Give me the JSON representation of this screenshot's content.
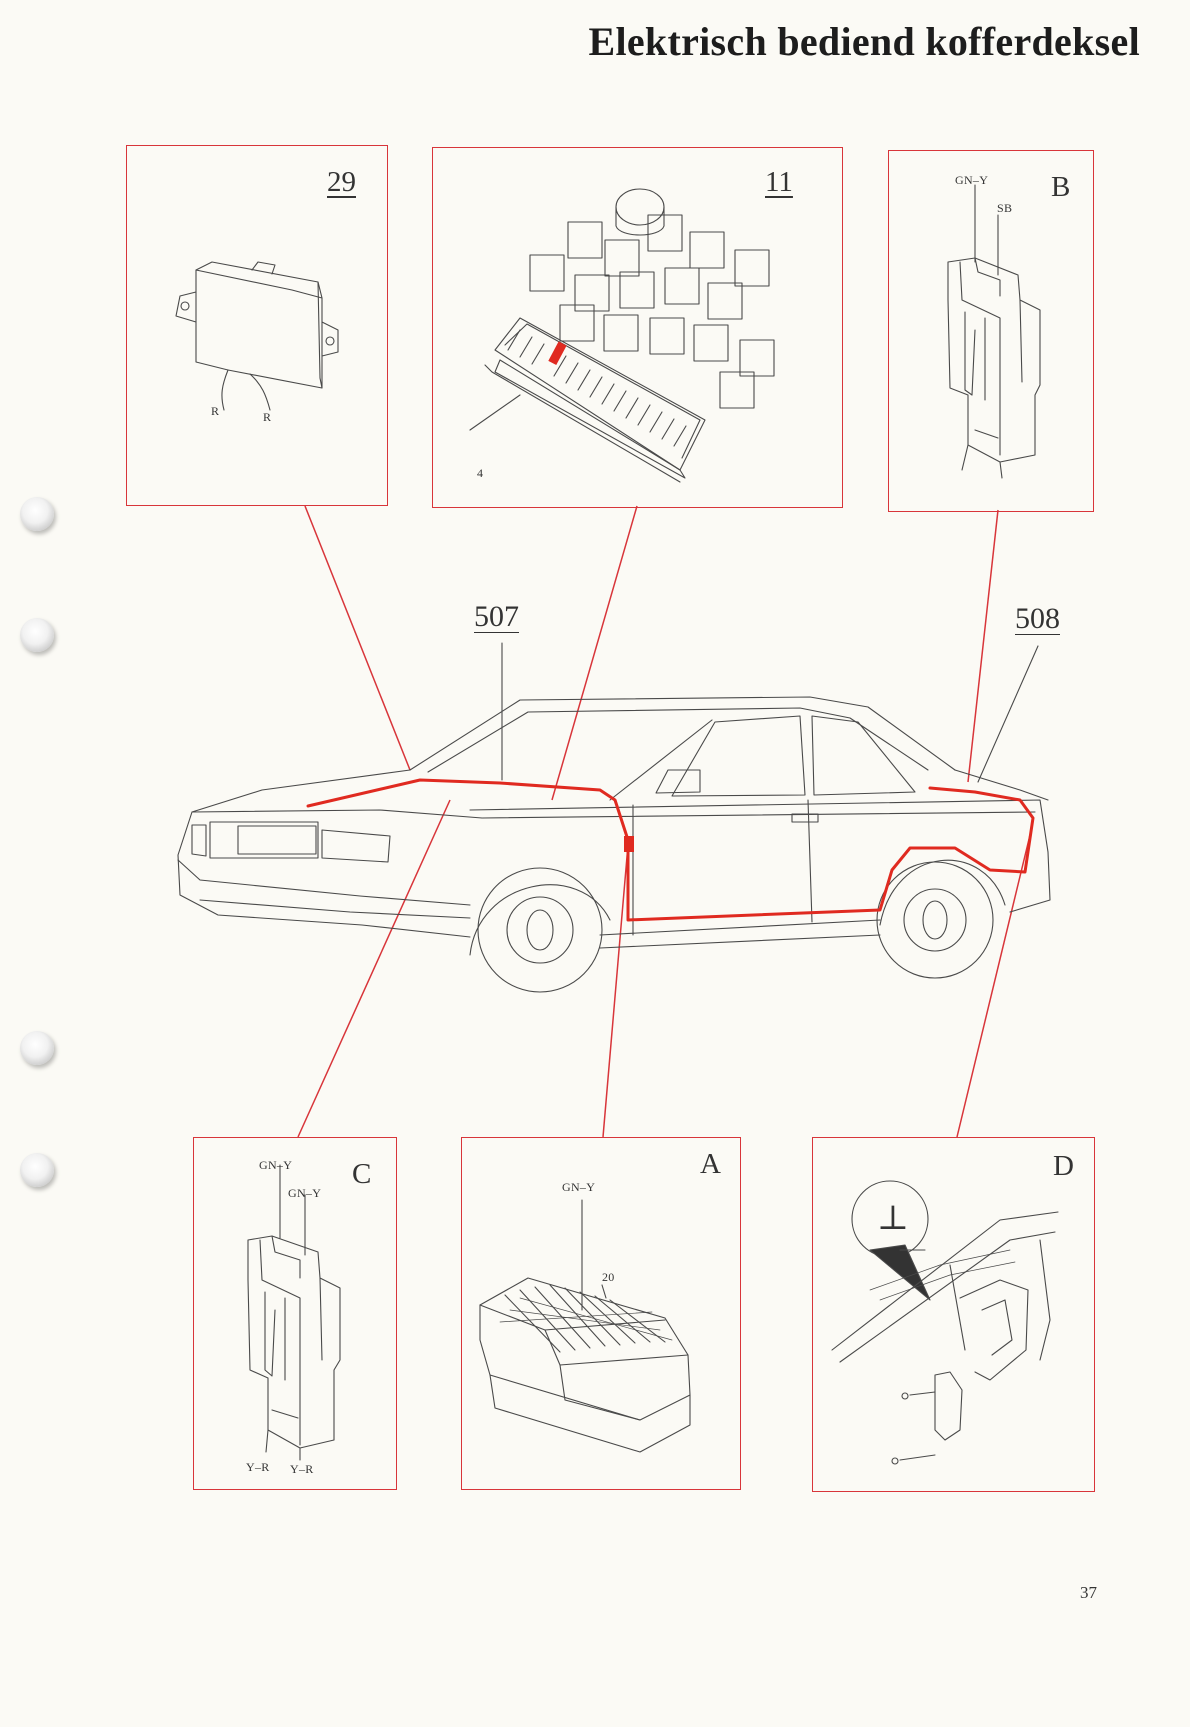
{
  "page": {
    "title": "Elektrisch bediend kofferdeksel",
    "page_number": "37"
  },
  "callouts": {
    "harness_front": "507",
    "harness_rear": "508"
  },
  "panels": {
    "p29": {
      "id": "29",
      "wires": [
        "R",
        "R"
      ]
    },
    "p11": {
      "id": "11",
      "part_label": "4"
    },
    "pB": {
      "id": "B",
      "wires": [
        "GN–Y",
        "SB"
      ]
    },
    "pC": {
      "id": "C",
      "wires": [
        "GN–Y",
        "GN–Y",
        "Y–R",
        "Y–R"
      ]
    },
    "pA": {
      "id": "A",
      "wires": [
        "GN–Y"
      ],
      "part_label": "20"
    },
    "pD": {
      "id": "D",
      "symbol": "⊥"
    }
  },
  "colors": {
    "frame": "#d8353a",
    "harness": "#e02a20",
    "line_art": "#4a4a4a",
    "paper": "#fbfaf5"
  },
  "icons": [
    "ground-symbol-icon",
    "binder-hole-icon"
  ]
}
